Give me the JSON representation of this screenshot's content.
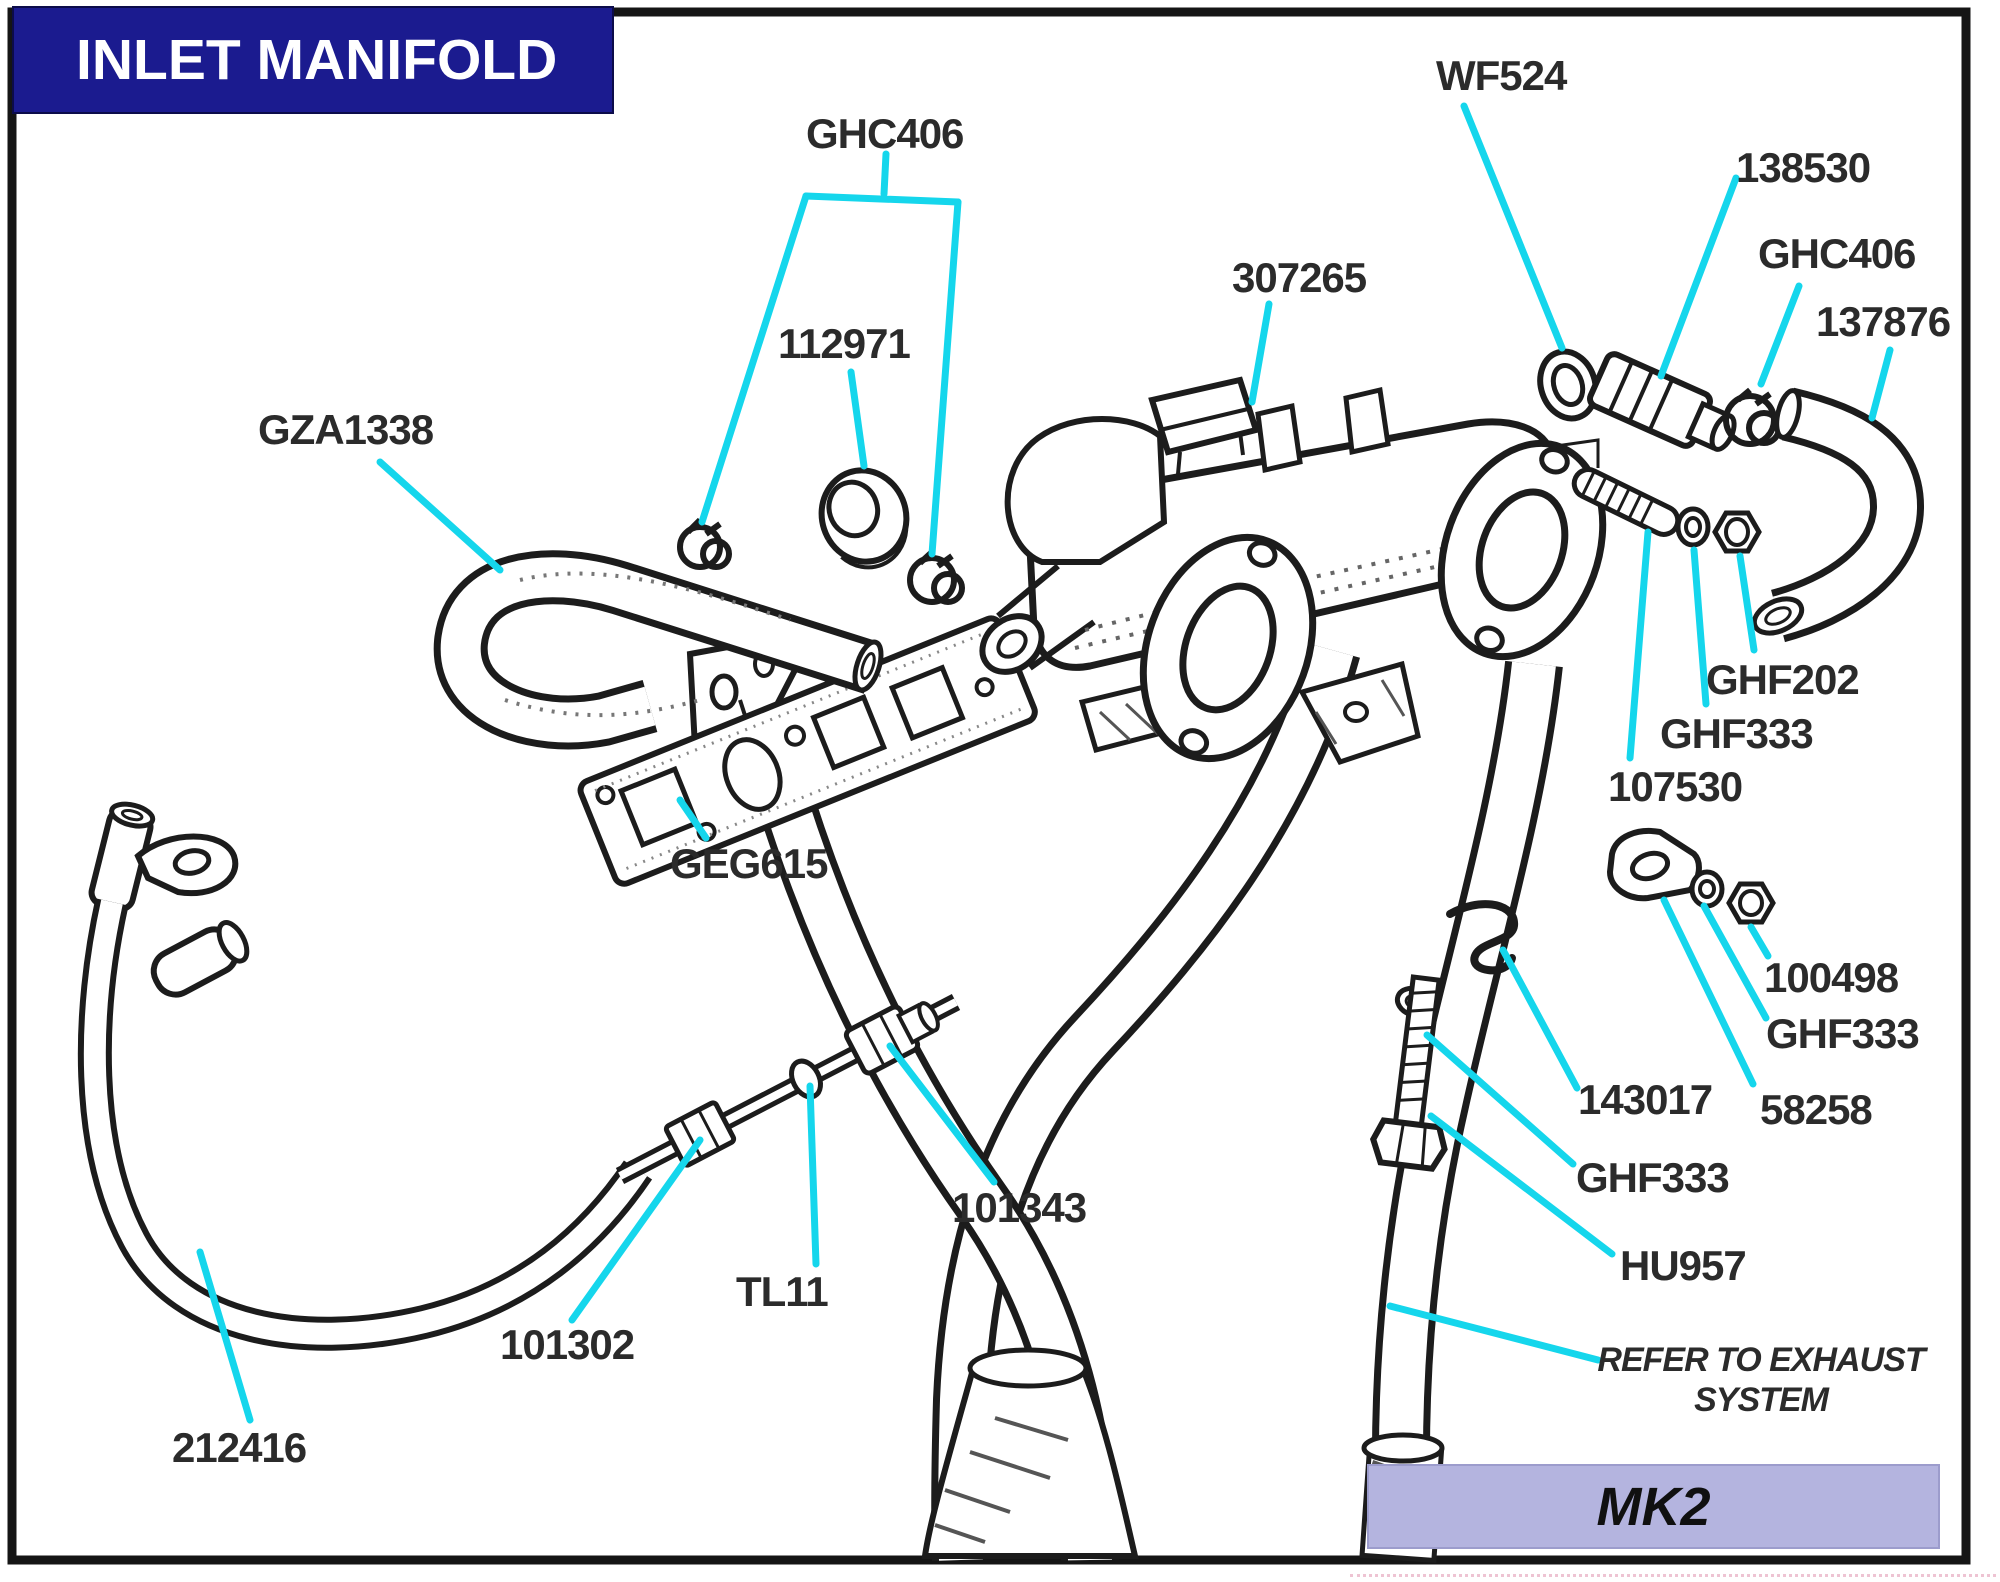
{
  "header": {
    "title": "INLET MANIFOLD"
  },
  "badge": {
    "label": "MK2"
  },
  "note": {
    "line1": "REFER TO EXHAUST",
    "line2": "SYSTEM"
  },
  "colors": {
    "banner": "#1b1b8f",
    "leader": "#15d6ec",
    "ink": "#1c1c1c",
    "badge_bg": "#b4b4df"
  },
  "parts": [
    {
      "ref": "GHC406"
    },
    {
      "ref": "112971"
    },
    {
      "ref": "GZA1338"
    },
    {
      "ref": "307265"
    },
    {
      "ref": "WF524"
    },
    {
      "ref": "138530"
    },
    {
      "ref": "GHC406"
    },
    {
      "ref": "137876"
    },
    {
      "ref": "GHF202"
    },
    {
      "ref": "GHF333"
    },
    {
      "ref": "107530"
    },
    {
      "ref": "GEG615"
    },
    {
      "ref": "100498"
    },
    {
      "ref": "GHF333"
    },
    {
      "ref": "143017"
    },
    {
      "ref": "58258"
    },
    {
      "ref": "GHF333"
    },
    {
      "ref": "HU957"
    },
    {
      "ref": "101343"
    },
    {
      "ref": "TL11"
    },
    {
      "ref": "101302"
    },
    {
      "ref": "212416"
    }
  ]
}
